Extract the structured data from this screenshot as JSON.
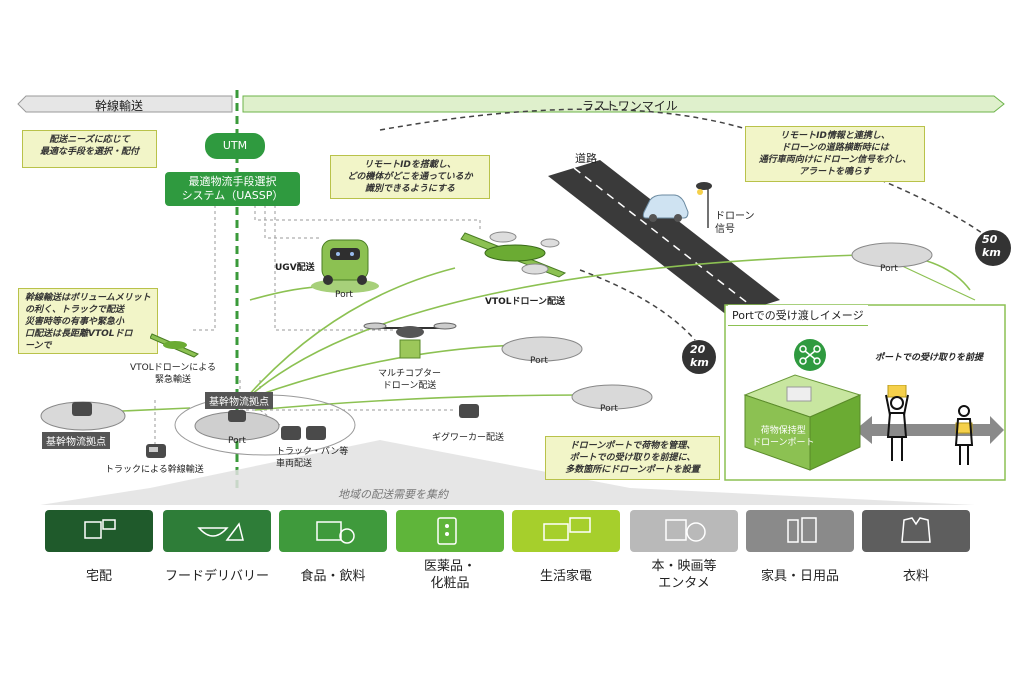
{
  "arrows": {
    "trunk": "幹線輸送",
    "last_mile": "ラストワンマイル"
  },
  "utm": "UTM",
  "uassp": "最適物流手段選択\nシステム（UASSP）",
  "notes": {
    "delivery_needs": "配送ニーズに応じて\n最適な手段を選択・配付",
    "remote_id": "リモートIDを搭載し、\nどの機体がどこを通っているか\n識別できるようにする",
    "remote_id_link": "リモートID情報と連携し、\nドローンの道路横断時には\n通行車両向けにドローン信号を介し、\nアラートを鳴らす",
    "trunk_volume": "幹線輸送はボリュームメリット\nの利く、トラックで配送\n災害時等の有事や緊急小\n口配送は長距離VTOLドロ\nーンで",
    "drone_port": "ドローンポートで荷物を管理、\nポートでの受け取りを前提に、\n多数箇所にドローンポートを設置"
  },
  "labels": {
    "road": "道路",
    "drone_signal": "ドローン\n信号",
    "ugv": "UGV配送",
    "vtol": "VTOLドローン配送",
    "vtol_emergency": "VTOLドローンによる\n緊急輸送",
    "multicopter": "マルチコプター\nドローン配送",
    "gig_car": "ギグワーカー配送",
    "truck_trunk": "トラックによる幹線輸送",
    "truck_van": "トラック・バン等\n車両配送",
    "hub_left": "基幹物流拠点",
    "hub_center": "基幹物流拠点",
    "regional": "地域の配送需要を集約",
    "port": "Port",
    "dist_20": "20\nkm",
    "dist_50": "50\nkm"
  },
  "port_panel": {
    "title": "Portでの受け渡しイメージ",
    "premise": "ポートでの受け取りを前提",
    "storage": "荷物保持型\nドローンポート"
  },
  "categories": [
    {
      "label": "宅配",
      "color": "#1f5a2b"
    },
    {
      "label": "フードデリバリー",
      "color": "#2e7d38"
    },
    {
      "label": "食品・飲料",
      "color": "#3f9a3c"
    },
    {
      "label": "医薬品・\n化粧品",
      "color": "#5fb53a"
    },
    {
      "label": "生活家電",
      "color": "#a6cf2c"
    },
    {
      "label": "本・映画等\nエンタメ",
      "color": "#b9b9b9"
    },
    {
      "label": "家具・日用品",
      "color": "#8a8a8a"
    },
    {
      "label": "衣料",
      "color": "#5e5e5e"
    }
  ]
}
